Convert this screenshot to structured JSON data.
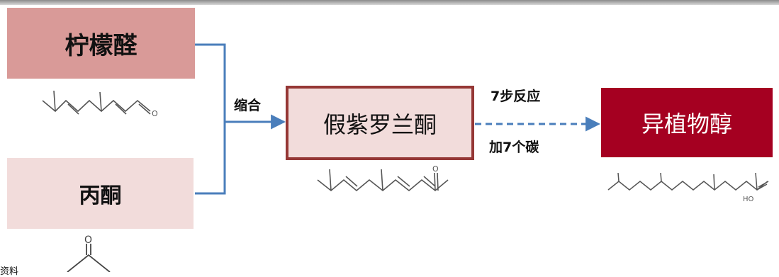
{
  "nodes": {
    "citral": "柠檬醛",
    "acetone": "丙酮",
    "pseudoionone": "假紫罗兰酮",
    "isophytol": "异植物醇"
  },
  "edges": {
    "condensation": "缩合",
    "reaction_steps": "7步反应",
    "carbon_addition": "加7个碳"
  },
  "molecules": {
    "isophytol_ho_label": "HO",
    "citral_oxygen": "O",
    "acetone_oxygen": "O",
    "pseudoionone_oxygen": "O"
  },
  "footnote": "资料"
}
